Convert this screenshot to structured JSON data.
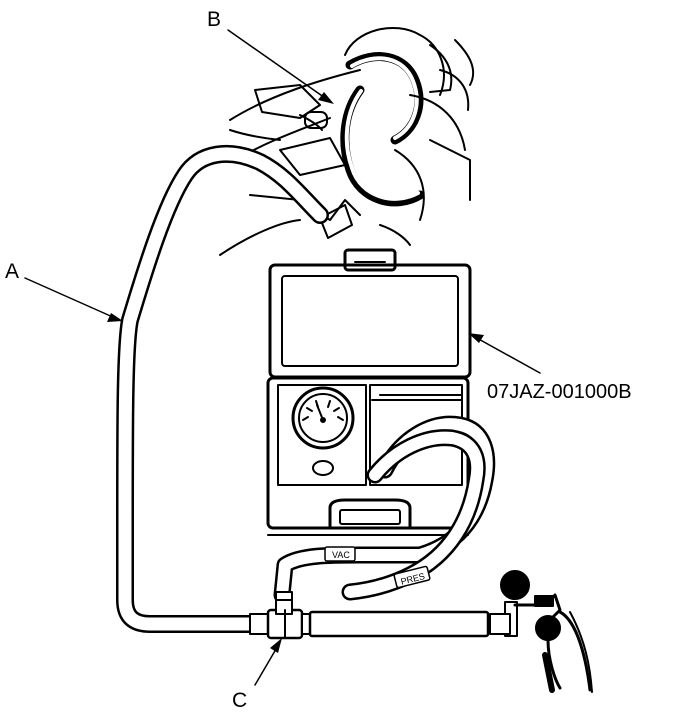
{
  "labels": {
    "callout_a": "A",
    "callout_b": "B",
    "callout_c": "C",
    "tool_part_number": "07JAZ-001000B",
    "hose_tag_vac": "VAC",
    "hose_tag_pres": "PRES"
  },
  "icons": [
    "engine-bay-icon",
    "tester-case-icon",
    "pressure-gauge-icon",
    "hand-vacuum-pump-icon",
    "tee-fitting-icon"
  ]
}
